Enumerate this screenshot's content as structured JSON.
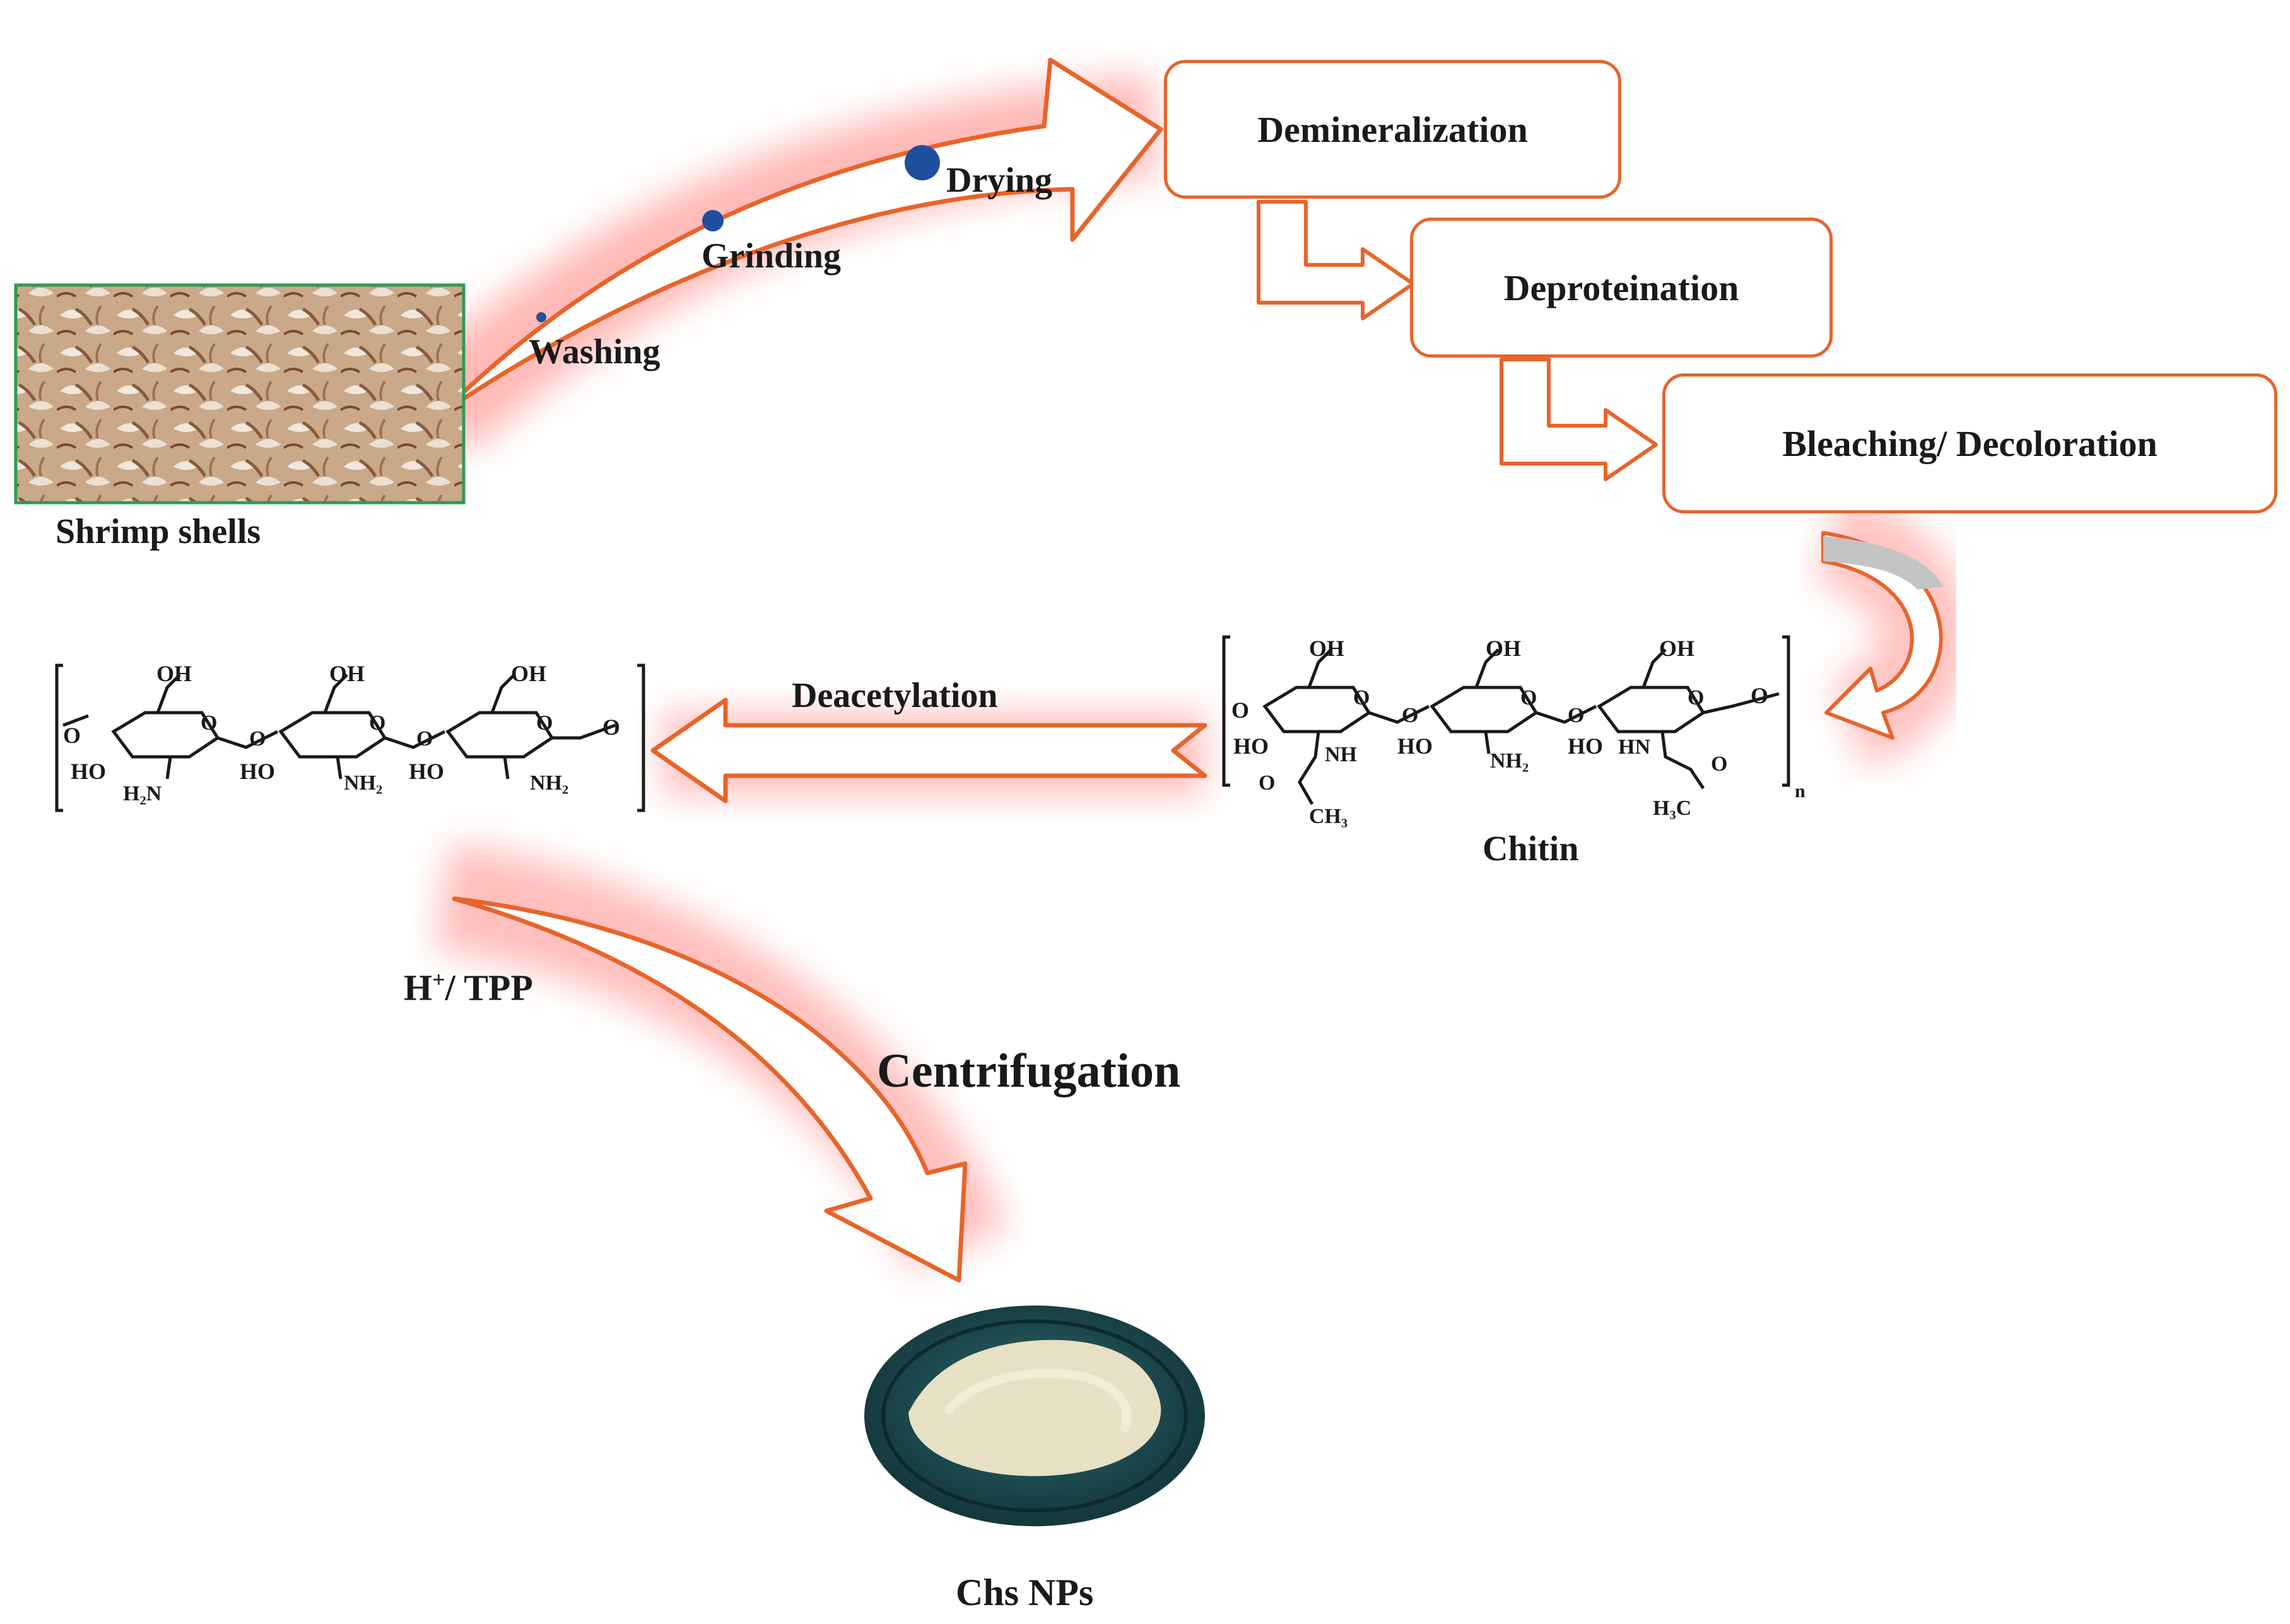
{
  "colors": {
    "arrow_outline": "#e8642a",
    "glow": "#ff3b30",
    "box_border": "#e8642a",
    "dots": "#1f4f9e",
    "plate": "#1e4d52",
    "powder": "#e8e0c4"
  },
  "source": {
    "label": "Shrimp shells"
  },
  "pretreatment_steps": [
    {
      "label": "Washing"
    },
    {
      "label": "Grinding"
    },
    {
      "label": "Drying"
    }
  ],
  "process_steps": [
    {
      "label": "Demineralization"
    },
    {
      "label": "Deproteination"
    },
    {
      "label": "Bleaching/ Decoloration"
    }
  ],
  "chitin": {
    "label": "Chitin",
    "subscript": "n",
    "groups": {
      "oh": "OH",
      "ho": "HO",
      "o": "O",
      "nh": "NH",
      "hn": "HN",
      "nh2": "NH₂",
      "ch3": "CH₃",
      "h3c": "H₃C"
    }
  },
  "reaction": {
    "label": "Deacetylation"
  },
  "chitosan": {
    "groups": {
      "oh": "OH",
      "ho": "HO",
      "o": "O",
      "nh2": "NH₂",
      "h2n": "H₂N"
    }
  },
  "conditions": {
    "reagent_base": "H",
    "reagent_sup": "+",
    "reagent_rest": "/ TPP",
    "step": "Centrifugation"
  },
  "product": {
    "label": "Chs NPs"
  }
}
